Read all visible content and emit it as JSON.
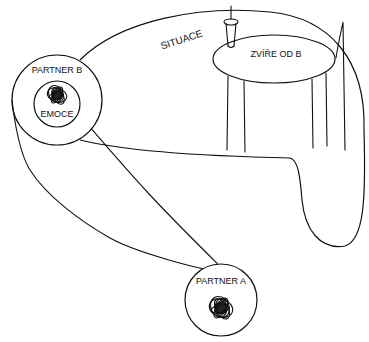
{
  "diagram": {
    "nodes": [
      {
        "text": [
          "SITUACE"
        ]
      },
      {
        "text": [
          "ZVÍŘE OD B"
        ],
        "in": 0
      },
      {
        "text": [
          "PARTNER B"
        ]
      },
      {
        "text": [
          "EMOCE"
        ],
        "in": 2
      },
      {
        "text": [
          "PARTNER A"
        ]
      }
    ],
    "edges": [
      {
        "from": 2,
        "to": 4,
        "arrow": "none"
      },
      {
        "from": 2,
        "to": 4,
        "arrow": "none"
      }
    ]
  }
}
